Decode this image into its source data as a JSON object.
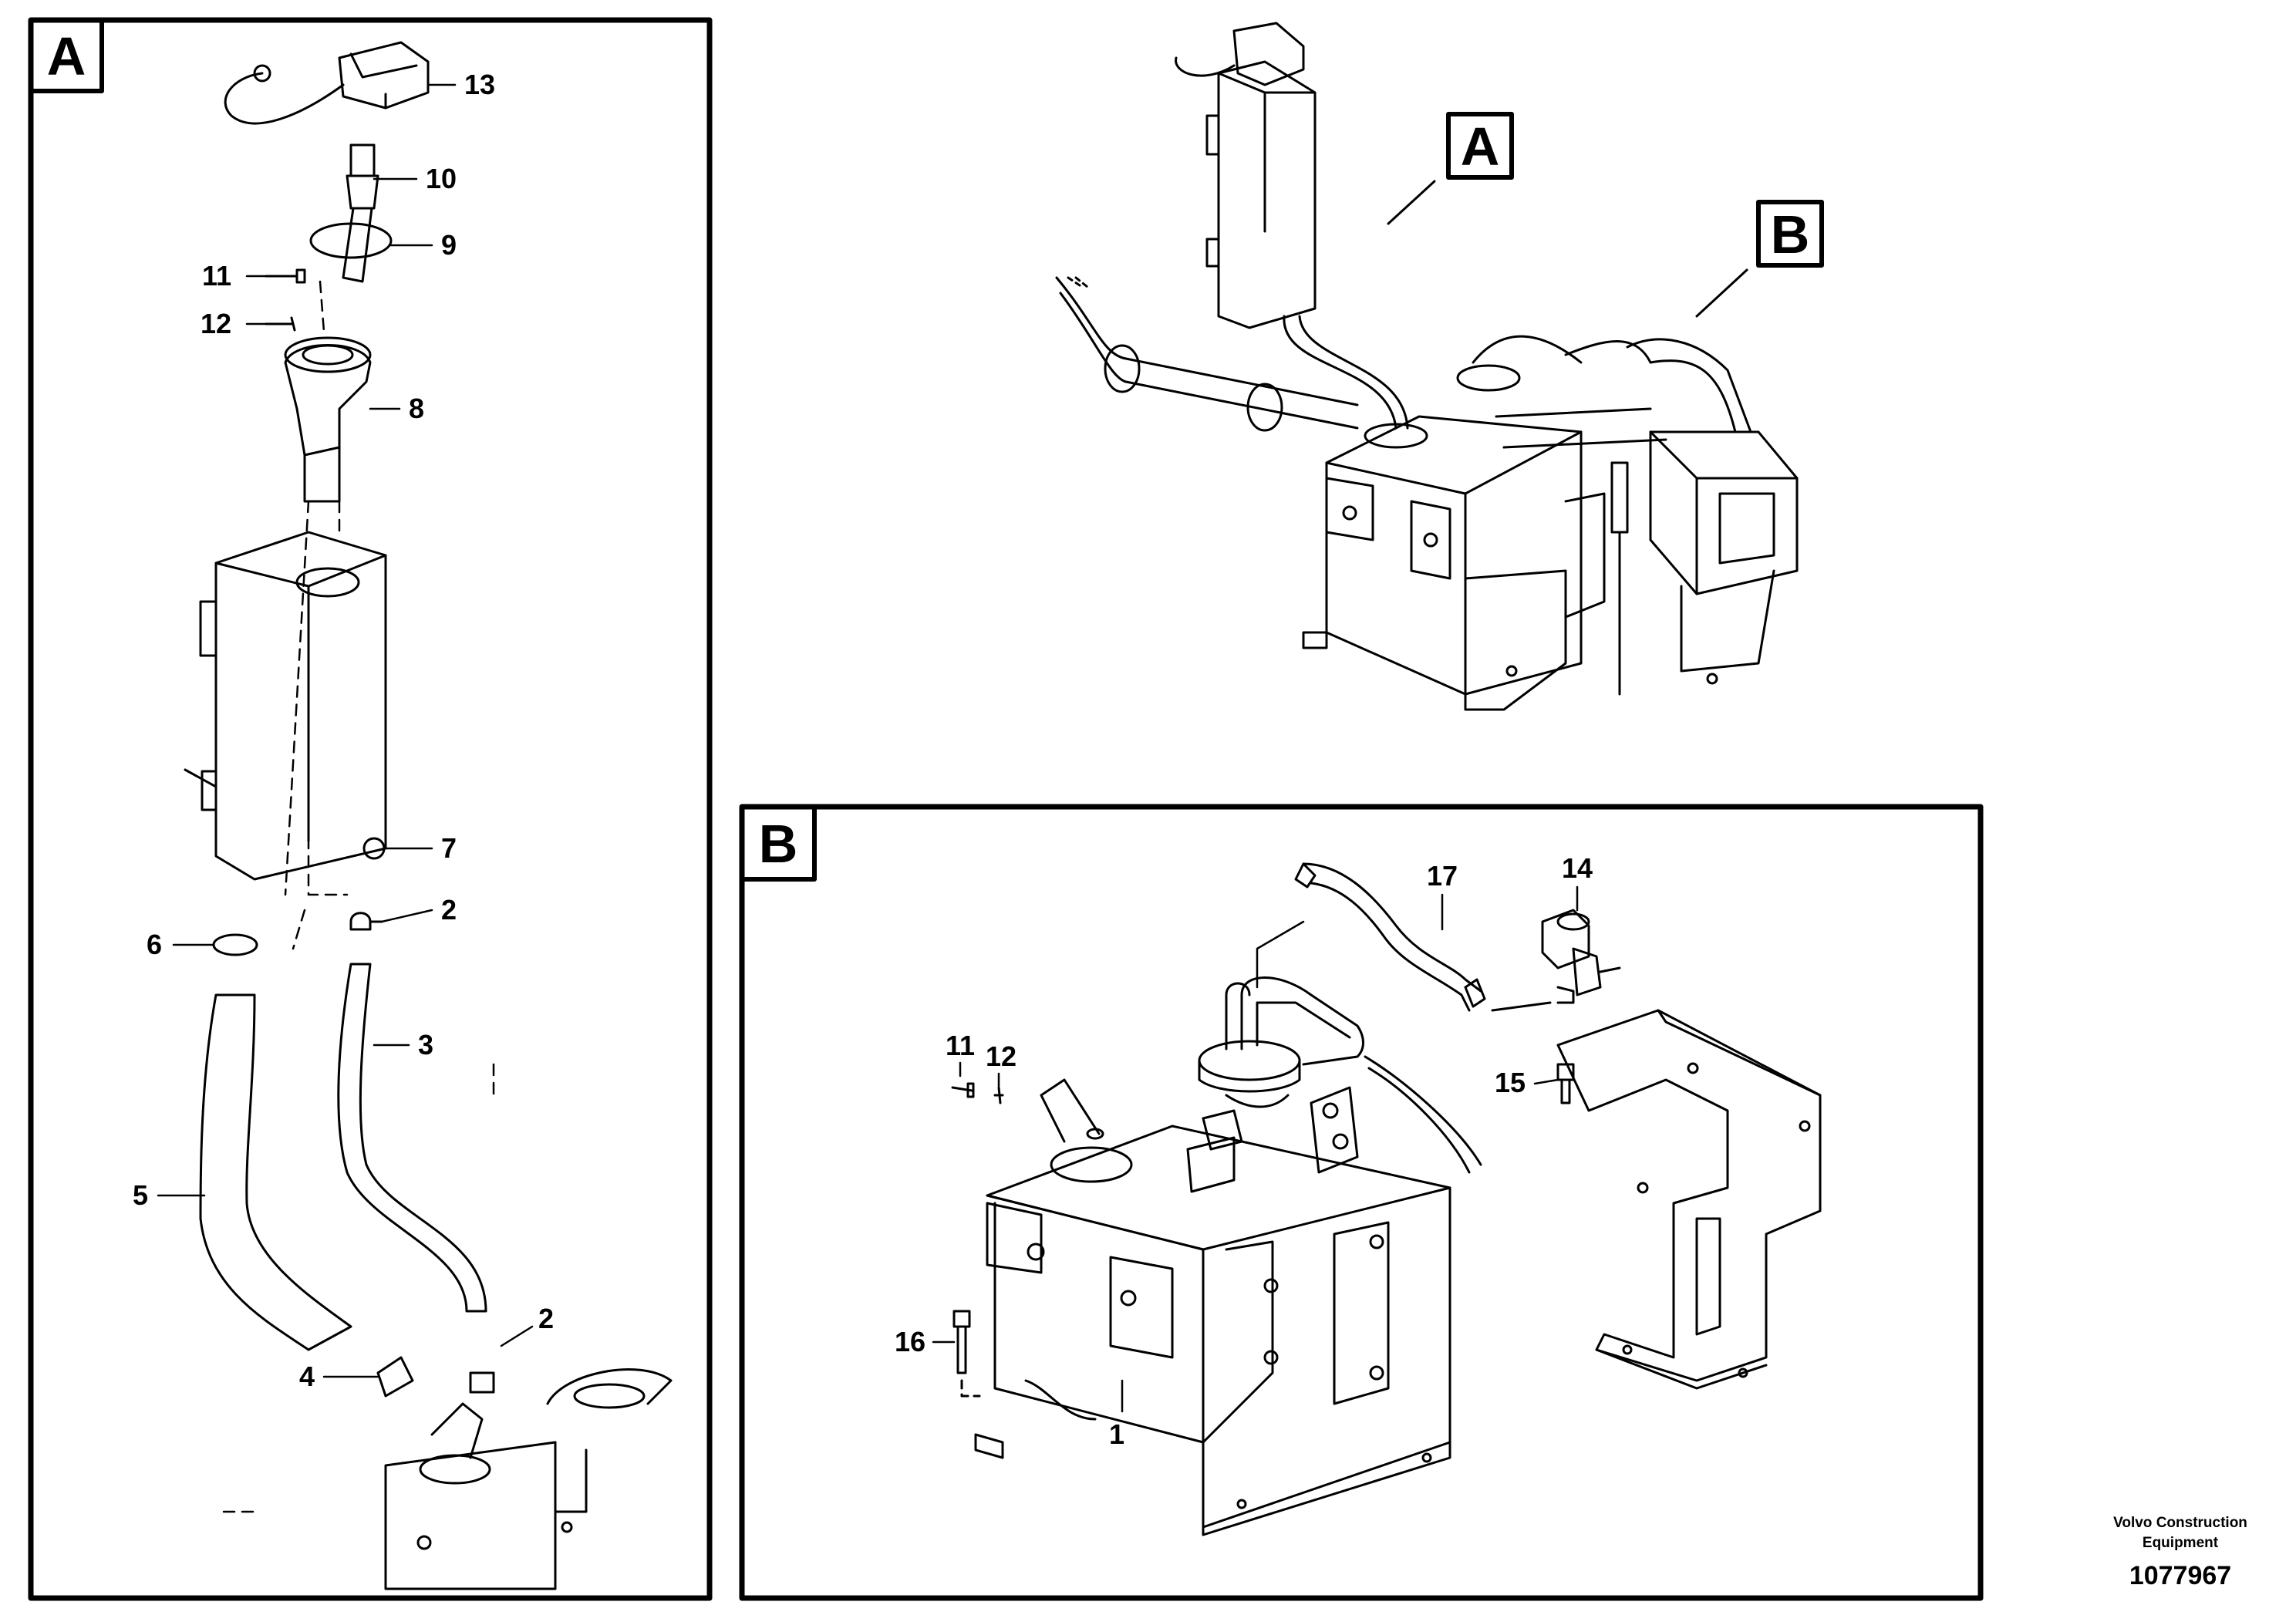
{
  "frame_a": {
    "tag": "A"
  },
  "frame_b": {
    "tag": "B"
  },
  "callouts": {
    "a": "A",
    "b": "B"
  },
  "a_parts": [
    "13",
    "10",
    "9",
    "11",
    "12",
    "8",
    "7",
    "2",
    "6",
    "3",
    "5",
    "2",
    "4"
  ],
  "b_parts": [
    "17",
    "14",
    "11",
    "12",
    "15",
    "16",
    "1"
  ],
  "footer": {
    "company_line1": "Volvo Construction",
    "company_line2": "Equipment",
    "doc_number": "1077967"
  }
}
